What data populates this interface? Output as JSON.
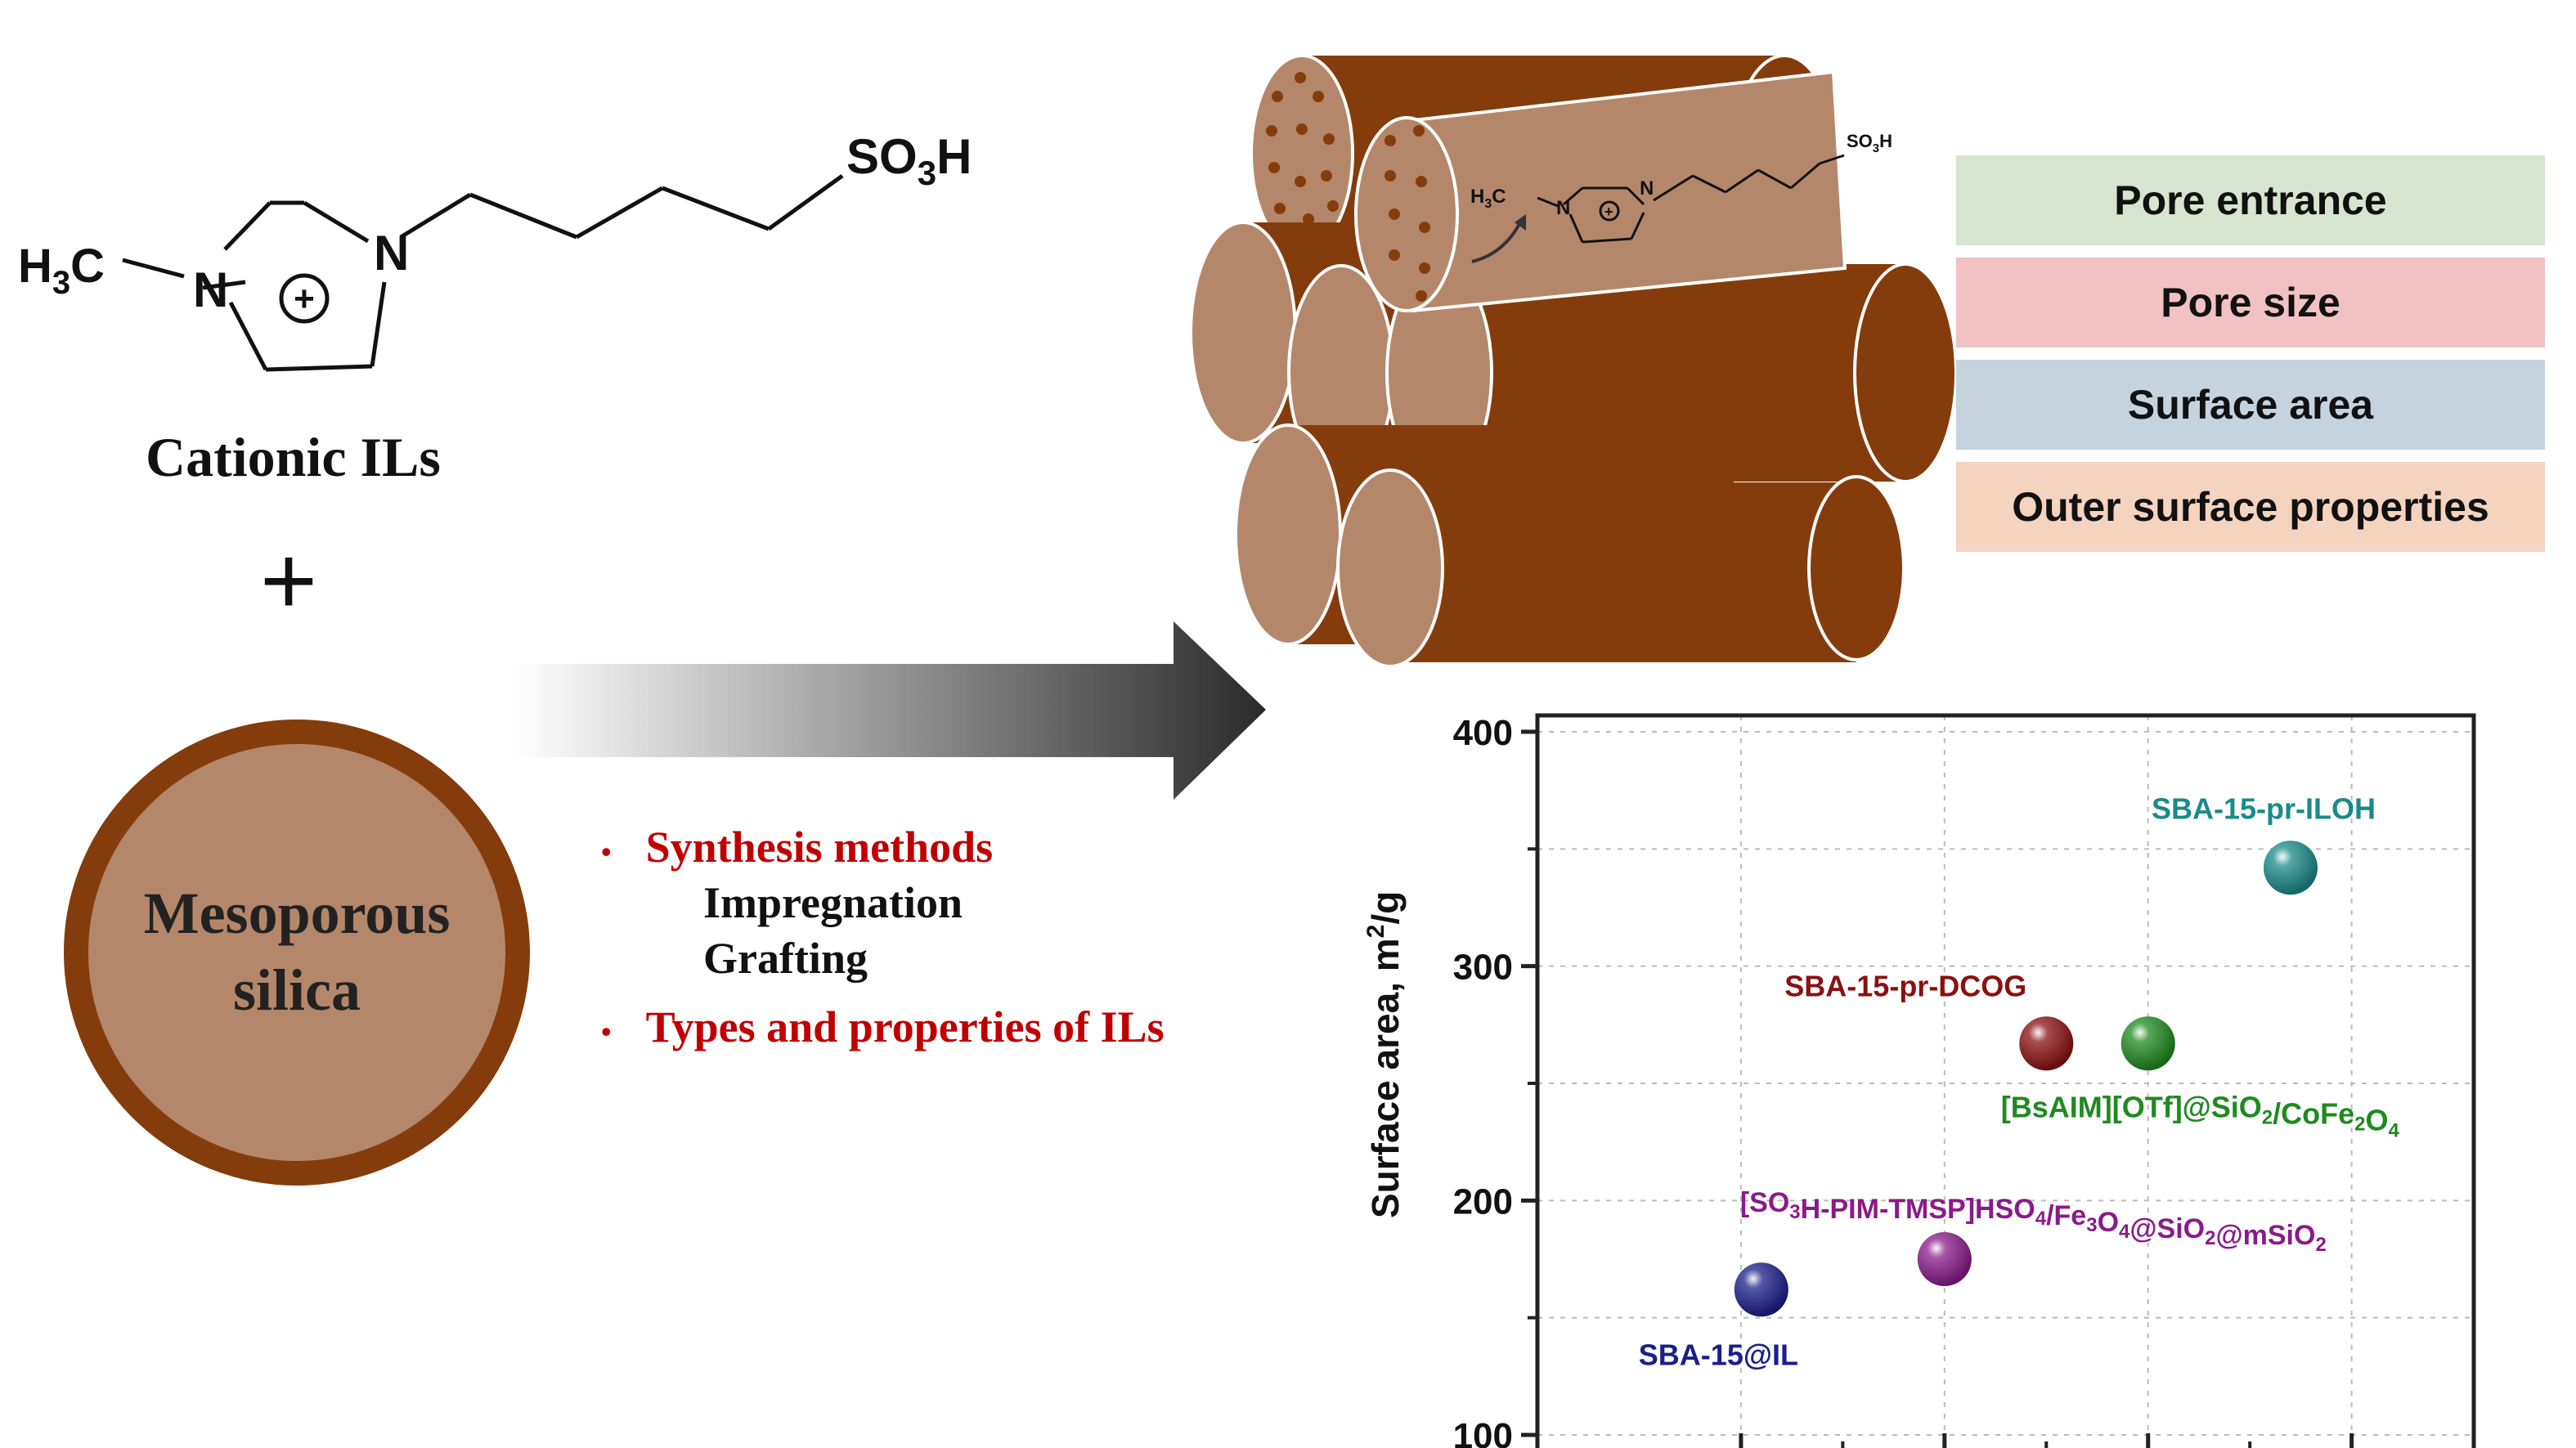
{
  "left": {
    "structure_labels": {
      "methyl": "H3C",
      "n1": "N",
      "n2": "N",
      "charge": "+",
      "sulfonic": "SO3H"
    },
    "cationic_label": "Cationic ILs",
    "plus": "+",
    "silica_label_line1": "Mesoporous",
    "silica_label_line2": "silica"
  },
  "bullets": {
    "synthesis_title": "Synthesis methods",
    "synthesis_items": [
      "Impregnation",
      "Grafting"
    ],
    "types_title": "Types and properties of ILs"
  },
  "cylinder_labels": {
    "methyl": "H3C",
    "n1": "N",
    "n2": "N",
    "sulfonic": "SO3H"
  },
  "properties": [
    {
      "label": "Pore entrance",
      "color": "#d7e4cf"
    },
    {
      "label": "Pore size",
      "color": "#f1c1c3"
    },
    {
      "label": "Surface area",
      "color": "#c5d3df"
    },
    {
      "label": "Outer surface properties",
      "color": "#f4d3bf"
    }
  ],
  "colors": {
    "cylinder_dark": "#843c0c",
    "cylinder_light": "#b5876a",
    "silica_ring": "#843c0c",
    "silica_fill": "#b5876a"
  },
  "chart_data": {
    "type": "scatter",
    "ylabel": "Surface area, m2/g",
    "ylim": [
      100,
      400
    ],
    "yticks": [
      100,
      200,
      300,
      400
    ],
    "grid": true,
    "points": [
      {
        "label": "SBA-15@IL",
        "x": 1.1,
        "y": 162,
        "color": "#1b1f8a"
      },
      {
        "label": "[SO3H-PIM-TMSP]HSO4/Fe3O4@SiO2@mSiO2",
        "x": 2.0,
        "y": 175,
        "color": "#8a1a8a"
      },
      {
        "label": "SBA-15-pr-DCOG",
        "x": 2.5,
        "y": 267,
        "color": "#8b1010"
      },
      {
        "label": "[BsAIM][OTf]@SiO2/CoFe2O4",
        "x": 3.0,
        "y": 267,
        "color": "#1f8a1f"
      },
      {
        "label": "SBA-15-pr-ILOH",
        "x": 3.7,
        "y": 342,
        "color": "#1a8a8a"
      }
    ]
  }
}
